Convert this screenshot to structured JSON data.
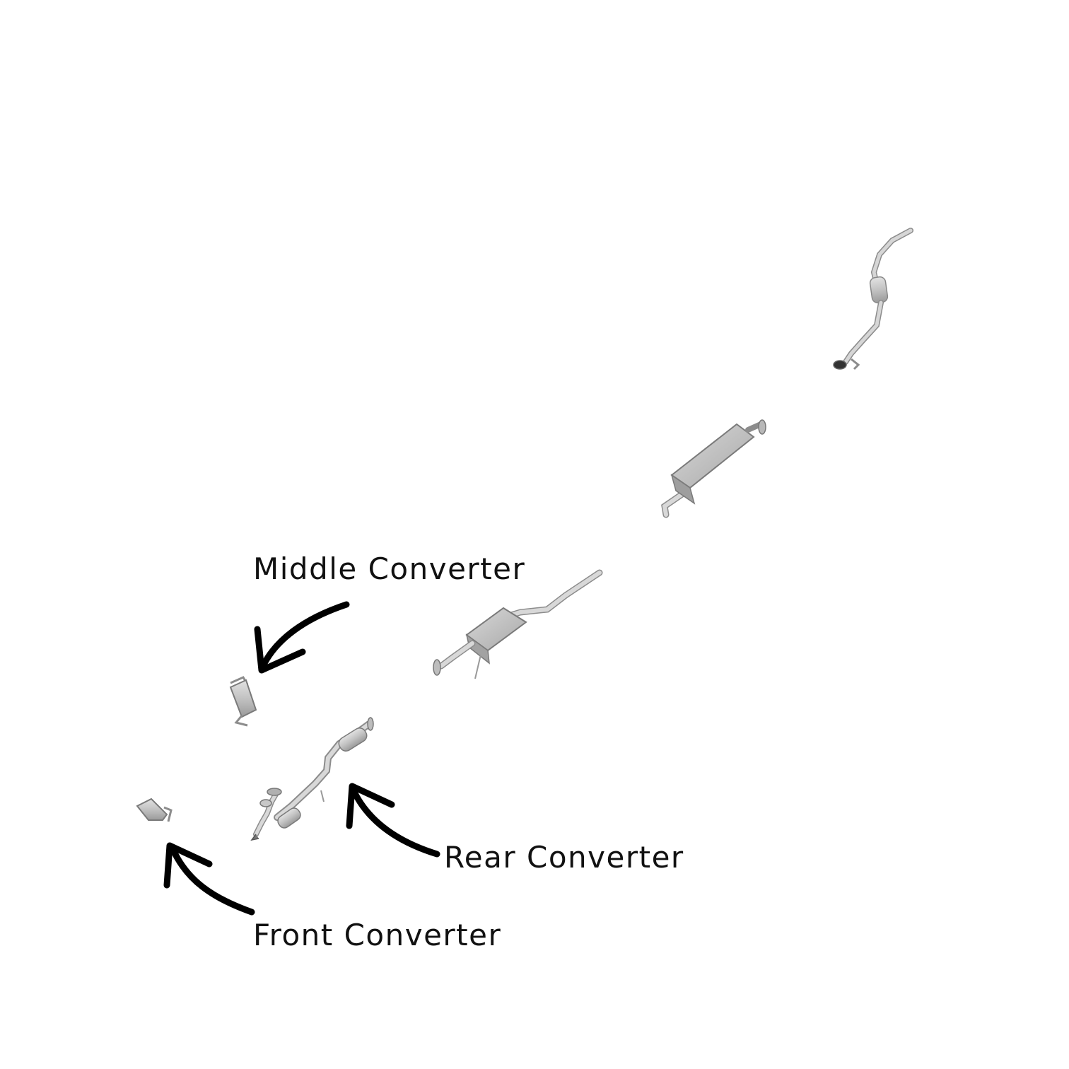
{
  "labels": {
    "middle_converter": "Middle Converter",
    "rear_converter": "Rear Converter",
    "front_converter": "Front Converter"
  },
  "colors": {
    "part_fill": "#c4c4c4",
    "part_light": "#dcdcdc",
    "part_dark": "#8c8c8c",
    "part_outline": "#7a7a7a",
    "arrow": "#000000",
    "background": "#ffffff"
  },
  "icons": {
    "arrow": "curved-arrow-icon"
  }
}
